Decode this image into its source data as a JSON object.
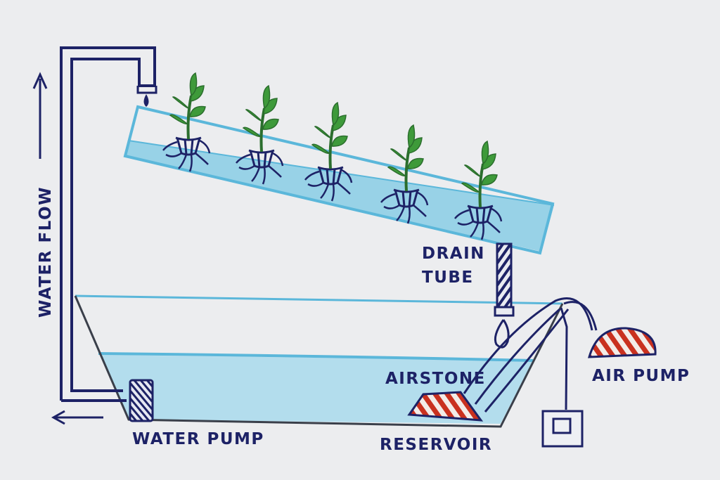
{
  "labels": {
    "water_flow": "WATER FLOW",
    "drain_line1": "DRAIN",
    "drain_line2": "TUBE",
    "airstone": "AIRSTONE",
    "air_pump": "AIR PUMP",
    "water_pump": "WATER PUMP",
    "reservoir": "RESERVOIR"
  },
  "colors": {
    "paper": "#ecedef",
    "ink": "#1d2266",
    "water": "#5bb7da",
    "water_light": "#a9d9ec",
    "plant": "#3e9a3a",
    "plant_dark": "#2b6e2d",
    "hatch_red": "#c9311f"
  }
}
